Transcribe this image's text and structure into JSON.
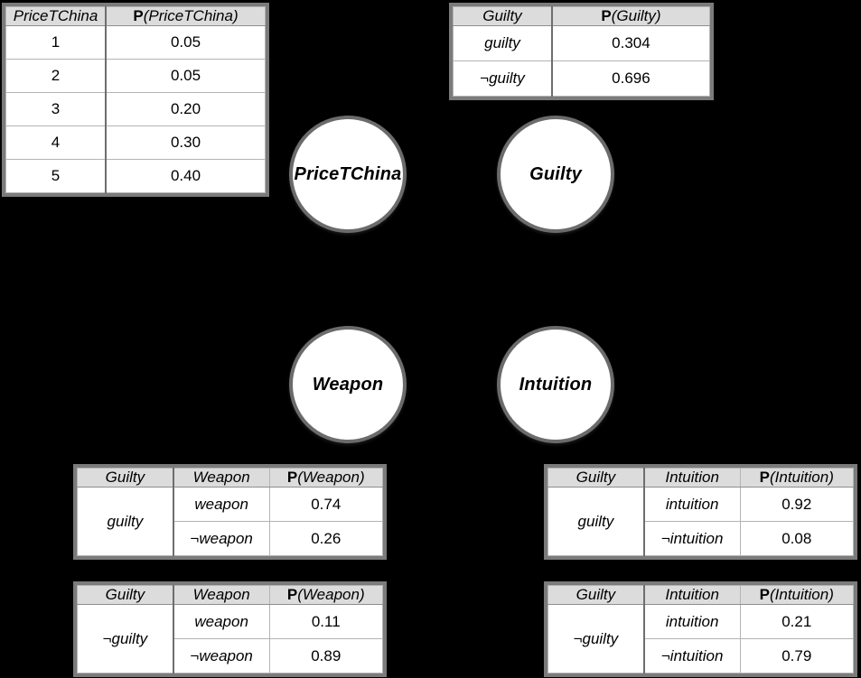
{
  "background_color": "#000000",
  "table_border_color": "#7b7b7b",
  "header_fill_color": "#dcdcdc",
  "node_stroke_color": "#6b6b6b",
  "node_fill_color": "#ffffff",
  "nodes": [
    {
      "id": "pricetchina",
      "label": "PriceTChina"
    },
    {
      "id": "guilty",
      "label": "Guilty"
    },
    {
      "id": "weapon",
      "label": "Weapon"
    },
    {
      "id": "intuition",
      "label": "Intuition"
    }
  ],
  "tables": {
    "pricetchina": {
      "headers": {
        "variable": "PriceTChina",
        "prob_prefix": "P",
        "prob_arg": "(PriceTChina)"
      },
      "rows": [
        {
          "state": "1",
          "prob": "0.05"
        },
        {
          "state": "2",
          "prob": "0.05"
        },
        {
          "state": "3",
          "prob": "0.20"
        },
        {
          "state": "4",
          "prob": "0.30"
        },
        {
          "state": "5",
          "prob": "0.40"
        }
      ]
    },
    "guilty": {
      "headers": {
        "variable": "Guilty",
        "prob_prefix": "P",
        "prob_arg": "(Guilty)"
      },
      "rows": [
        {
          "state": "guilty",
          "prob": "0.304"
        },
        {
          "state": "¬guilty",
          "prob": "0.696"
        }
      ]
    },
    "weapon_given_guilty": {
      "headers": {
        "parent": "Guilty",
        "variable": "Weapon",
        "prob_prefix": "P",
        "prob_arg": "(Weapon)"
      },
      "condition": "guilty",
      "rows": [
        {
          "state": "weapon",
          "prob": "0.74"
        },
        {
          "state": "¬weapon",
          "prob": "0.26"
        }
      ]
    },
    "weapon_given_not_guilty": {
      "headers": {
        "parent": "Guilty",
        "variable": "Weapon",
        "prob_prefix": "P",
        "prob_arg": "(Weapon)"
      },
      "condition": "¬guilty",
      "rows": [
        {
          "state": "weapon",
          "prob": "0.11"
        },
        {
          "state": "¬weapon",
          "prob": "0.89"
        }
      ]
    },
    "intuition_given_guilty": {
      "headers": {
        "parent": "Guilty",
        "variable": "Intuition",
        "prob_prefix": "P",
        "prob_arg": "(Intuition)"
      },
      "condition": "guilty",
      "rows": [
        {
          "state": "intuition",
          "prob": "0.92"
        },
        {
          "state": "¬intuition",
          "prob": "0.08"
        }
      ]
    },
    "intuition_given_not_guilty": {
      "headers": {
        "parent": "Guilty",
        "variable": "Intuition",
        "prob_prefix": "P",
        "prob_arg": "(Intuition)"
      },
      "condition": "¬guilty",
      "rows": [
        {
          "state": "intuition",
          "prob": "0.21"
        },
        {
          "state": "¬intuition",
          "prob": "0.79"
        }
      ]
    }
  }
}
